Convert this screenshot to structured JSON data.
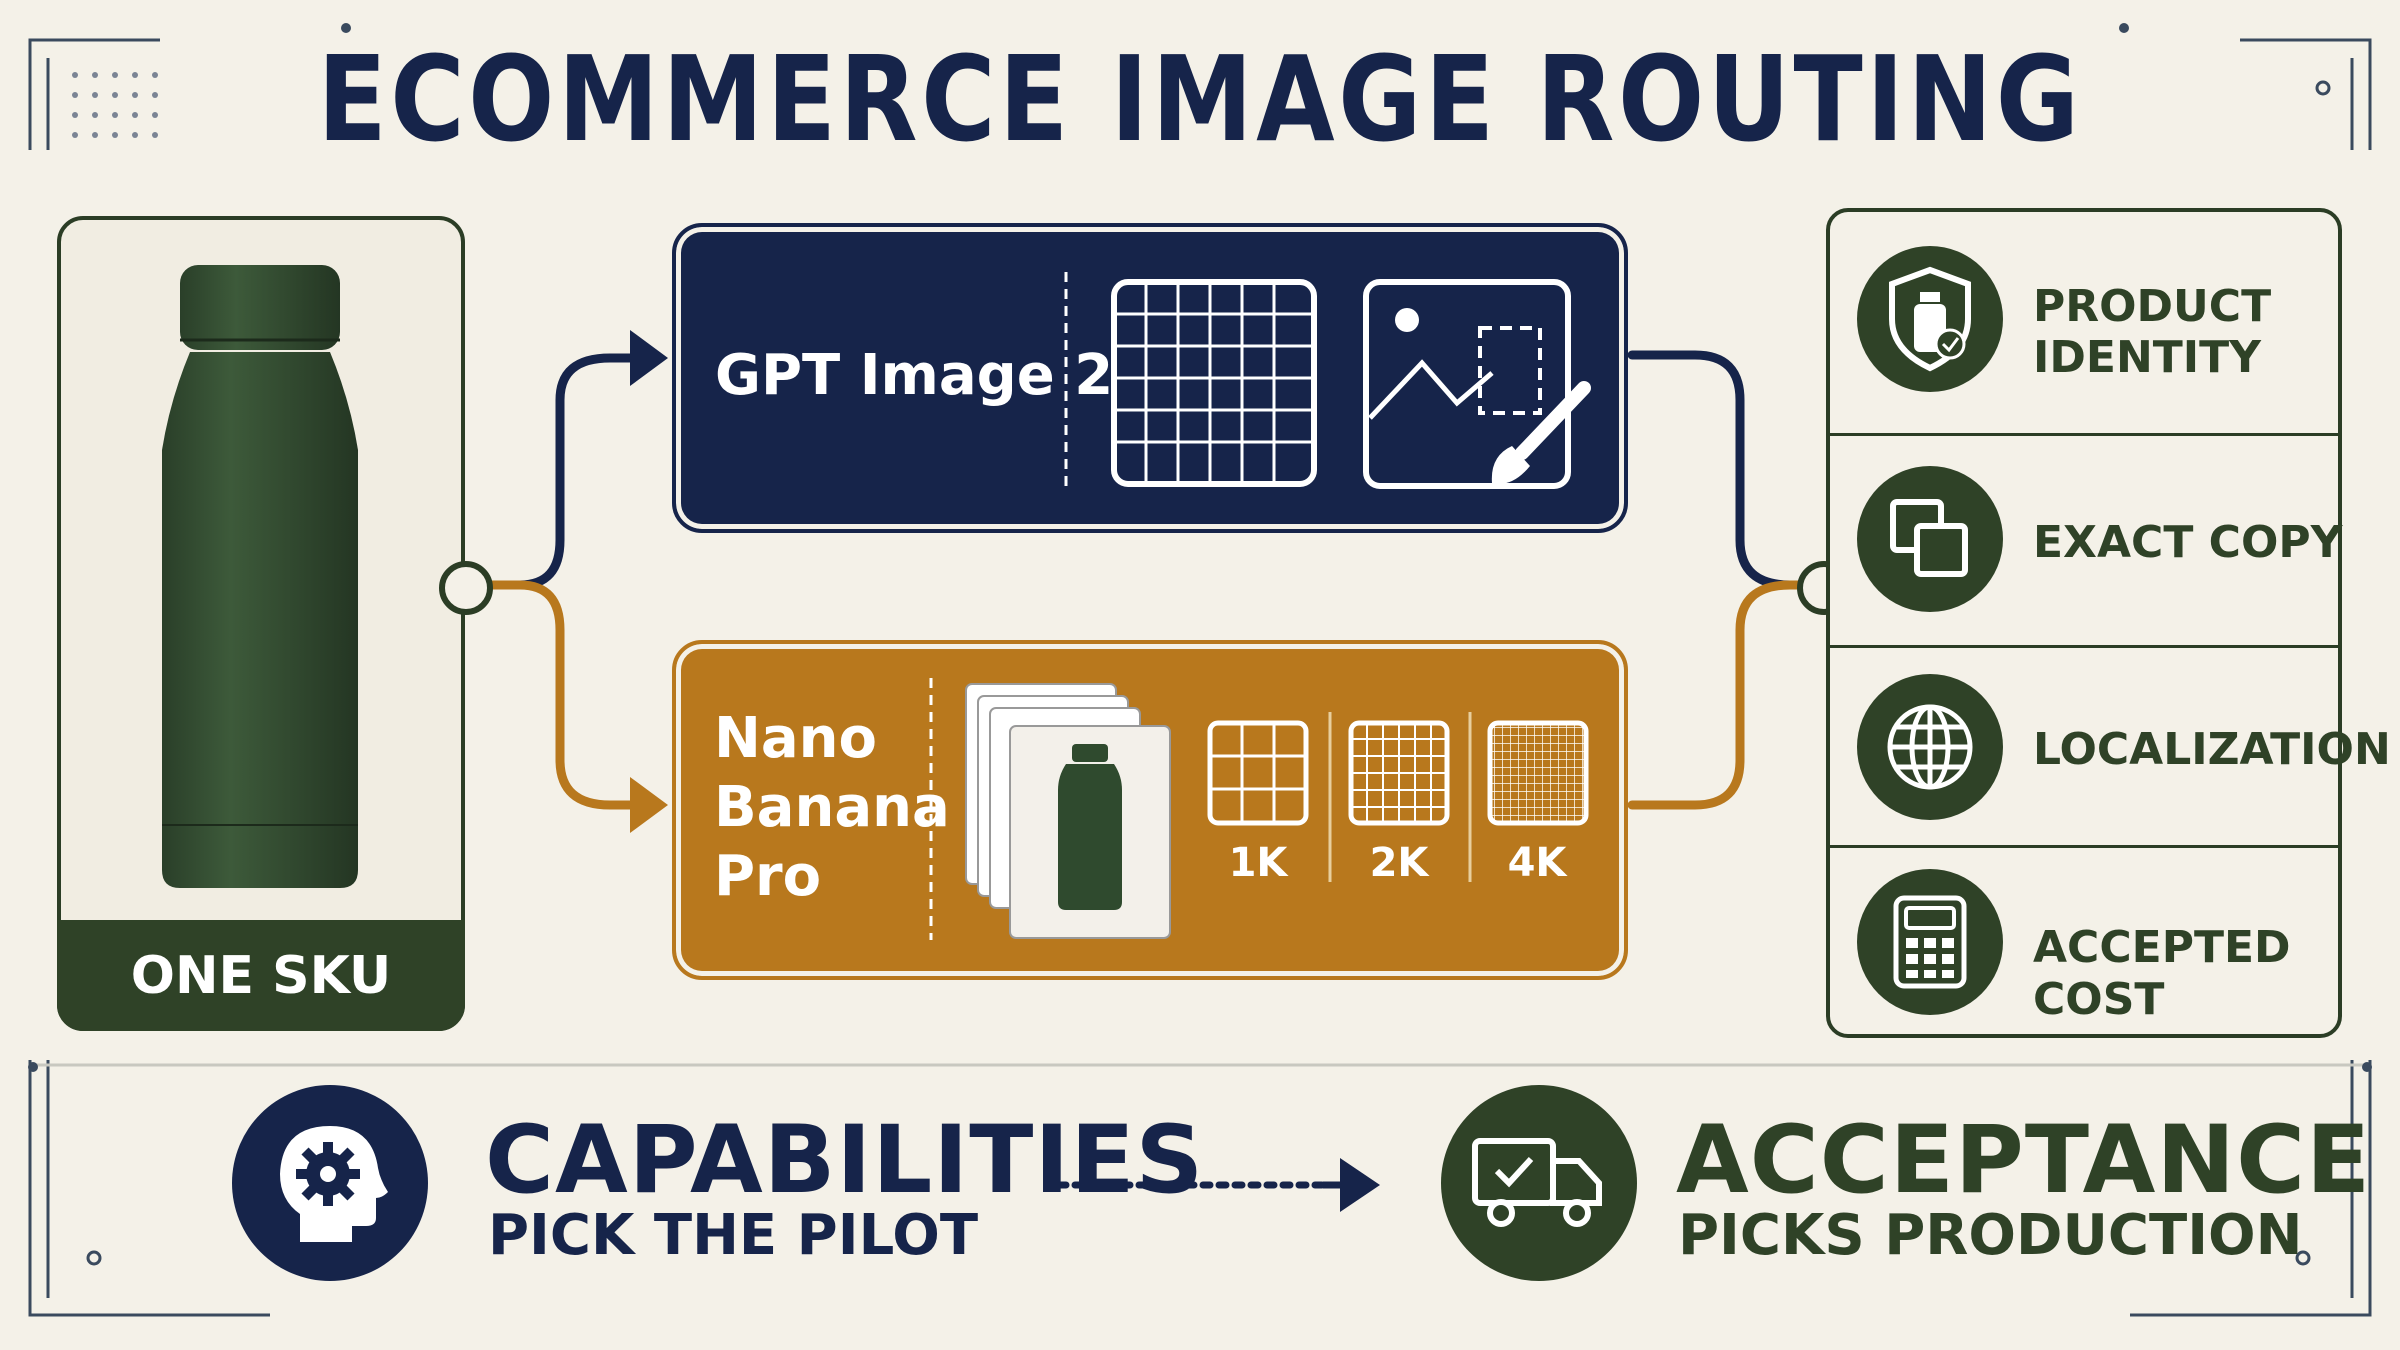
{
  "title": "ECOMMERCE IMAGE ROUTING",
  "source": {
    "label": "ONE SKU"
  },
  "routes": [
    {
      "model": "GPT Image 2",
      "color": "#16244a"
    },
    {
      "model_lines": [
        "Nano",
        "Banana",
        "Pro"
      ],
      "color": "#b8781d",
      "resolutions": [
        "1K",
        "2K",
        "4K"
      ]
    }
  ],
  "requirements": [
    {
      "label_lines": [
        "PRODUCT",
        "IDENTITY"
      ],
      "icon": "shield-bottle-check-icon"
    },
    {
      "label_lines": [
        "EXACT COPY"
      ],
      "icon": "copy-squares-icon"
    },
    {
      "label_lines": [
        "LOCALIZATION"
      ],
      "icon": "globe-icon"
    },
    {
      "label_lines": [
        "ACCEPTED COST"
      ],
      "icon": "calculator-icon"
    }
  ],
  "bottom": {
    "left": {
      "title": "CAPABILITIES",
      "subtitle": "PICK THE PILOT",
      "icon": "head-gear-icon",
      "color": "#16244a"
    },
    "right": {
      "title": "ACCEPTANCE",
      "subtitle": "PICKS PRODUCTION",
      "icon": "delivery-truck-check-icon",
      "color": "#2f4227"
    }
  },
  "colors": {
    "navy": "#16244a",
    "gold": "#b8781d",
    "green": "#2f4227",
    "background": "#f4f1e8"
  }
}
